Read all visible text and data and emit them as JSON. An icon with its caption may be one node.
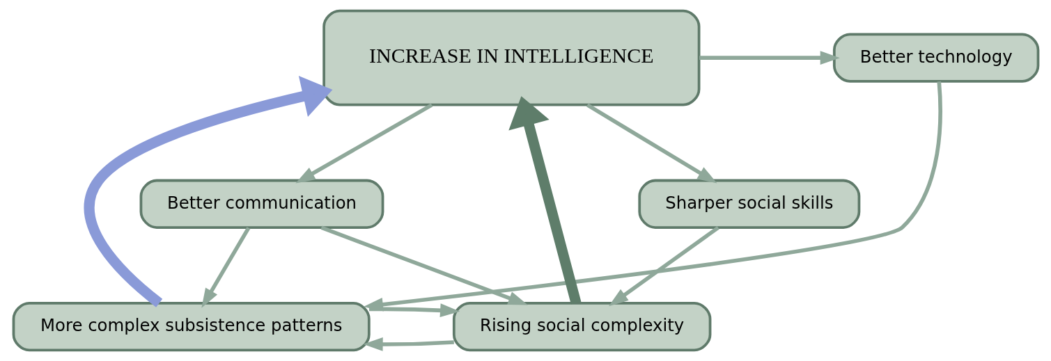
{
  "diagram": {
    "nodes": [
      {
        "text": [
          "INCREASE IN INTELLIGENCE"
        ]
      },
      {
        "text": [
          "Better technology"
        ]
      },
      {
        "text": [
          "Better communication"
        ]
      },
      {
        "text": [
          "Sharper social skills"
        ]
      },
      {
        "text": [
          "More complex subsistence patterns"
        ]
      },
      {
        "text": [
          "Rising social complexity"
        ]
      }
    ],
    "edges": [
      {
        "from": 0,
        "to": 1,
        "arrow": "to"
      },
      {
        "from": 1,
        "to": 4,
        "arrow": "to"
      },
      {
        "from": 0,
        "to": 2,
        "arrow": "to"
      },
      {
        "from": 0,
        "to": 3,
        "arrow": "to"
      },
      {
        "from": 3,
        "to": 5,
        "arrow": "to"
      },
      {
        "from": 2,
        "to": 4,
        "arrow": "to"
      },
      {
        "from": 2,
        "to": 5,
        "arrow": "to"
      },
      {
        "from": 5,
        "to": 0,
        "arrow": "to",
        "style": "thick",
        "color": "#5e7d6a"
      },
      {
        "from": 5,
        "to": 4,
        "arrow": "to"
      },
      {
        "from": 4,
        "to": 5,
        "arrow": "to"
      },
      {
        "from": 4,
        "to": 0,
        "arrow": "to",
        "style": "thick",
        "color": "#8a9ad8"
      }
    ]
  }
}
